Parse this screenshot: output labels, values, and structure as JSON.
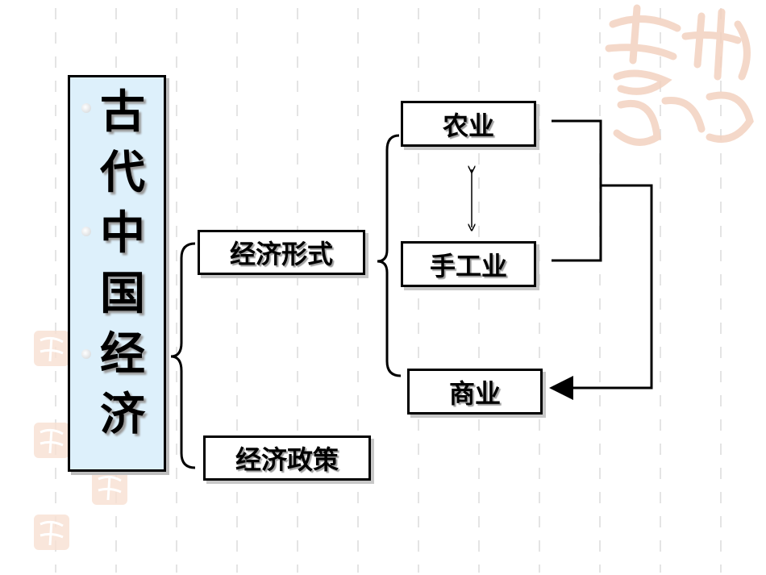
{
  "title": {
    "chars": [
      "古",
      "代",
      "中",
      "国",
      "经",
      "济"
    ]
  },
  "nodes": {
    "economic_forms": "经济形式",
    "economic_policy": "经济政策",
    "agriculture": "农业",
    "handicraft": "手工业",
    "commerce": "商业"
  },
  "watermark_text": "吉祥如意",
  "colors": {
    "title_bg": "#ddf0fb",
    "border": "#000000",
    "watermark": "#f3d2c0"
  }
}
